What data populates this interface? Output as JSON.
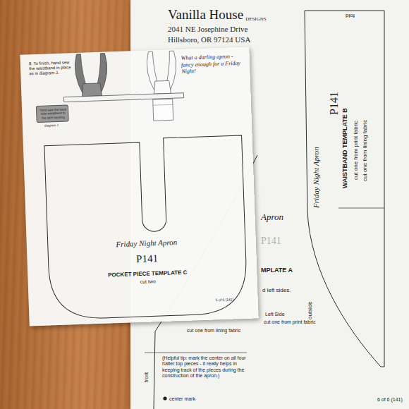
{
  "diagram": {
    "nodes": [
      {
        "text": [
          "Vanilla House",
          "DESIGNS",
          "2041 NE Josephine Drive",
          "Hillsboro, OR 97124 USA",
          "6 of 6 (141)"
        ]
      },
      {
        "text": [
          "fold",
          "Friday Night Apron",
          "P141",
          "WAISTBAND TEMPLATE B",
          "cut one from print fabric",
          "cut one from lining fabric",
          "outside"
        ],
        "in": 0
      },
      {
        "text": [
          "Apron",
          "P141",
          "MPLATE A",
          "d left sides.",
          "Left Side",
          "cut one from print fabric",
          "cut one from lining fabric",
          "front",
          "(Helpful tip: mark the center on all four halter top pieces - it really helps in keeping track of the pieces during the construction of the apron.)",
          "center mark"
        ],
        "in": 0
      },
      {
        "text": [
          "8. To finish, hand sew the waistband in place as in diagram J.",
          "What a darling apron - fancy enough for a Friday Night!"
        ]
      },
      {
        "text": [
          "hand sew the back side waistband to the skirt backing",
          "diagram J"
        ],
        "in": 3
      },
      {
        "text": [
          "Friday Night Apron",
          "P141",
          "POCKET PIECE TEMPLATE C",
          "cut two",
          "5 of 6 (141)"
        ],
        "in": 3
      }
    ]
  }
}
